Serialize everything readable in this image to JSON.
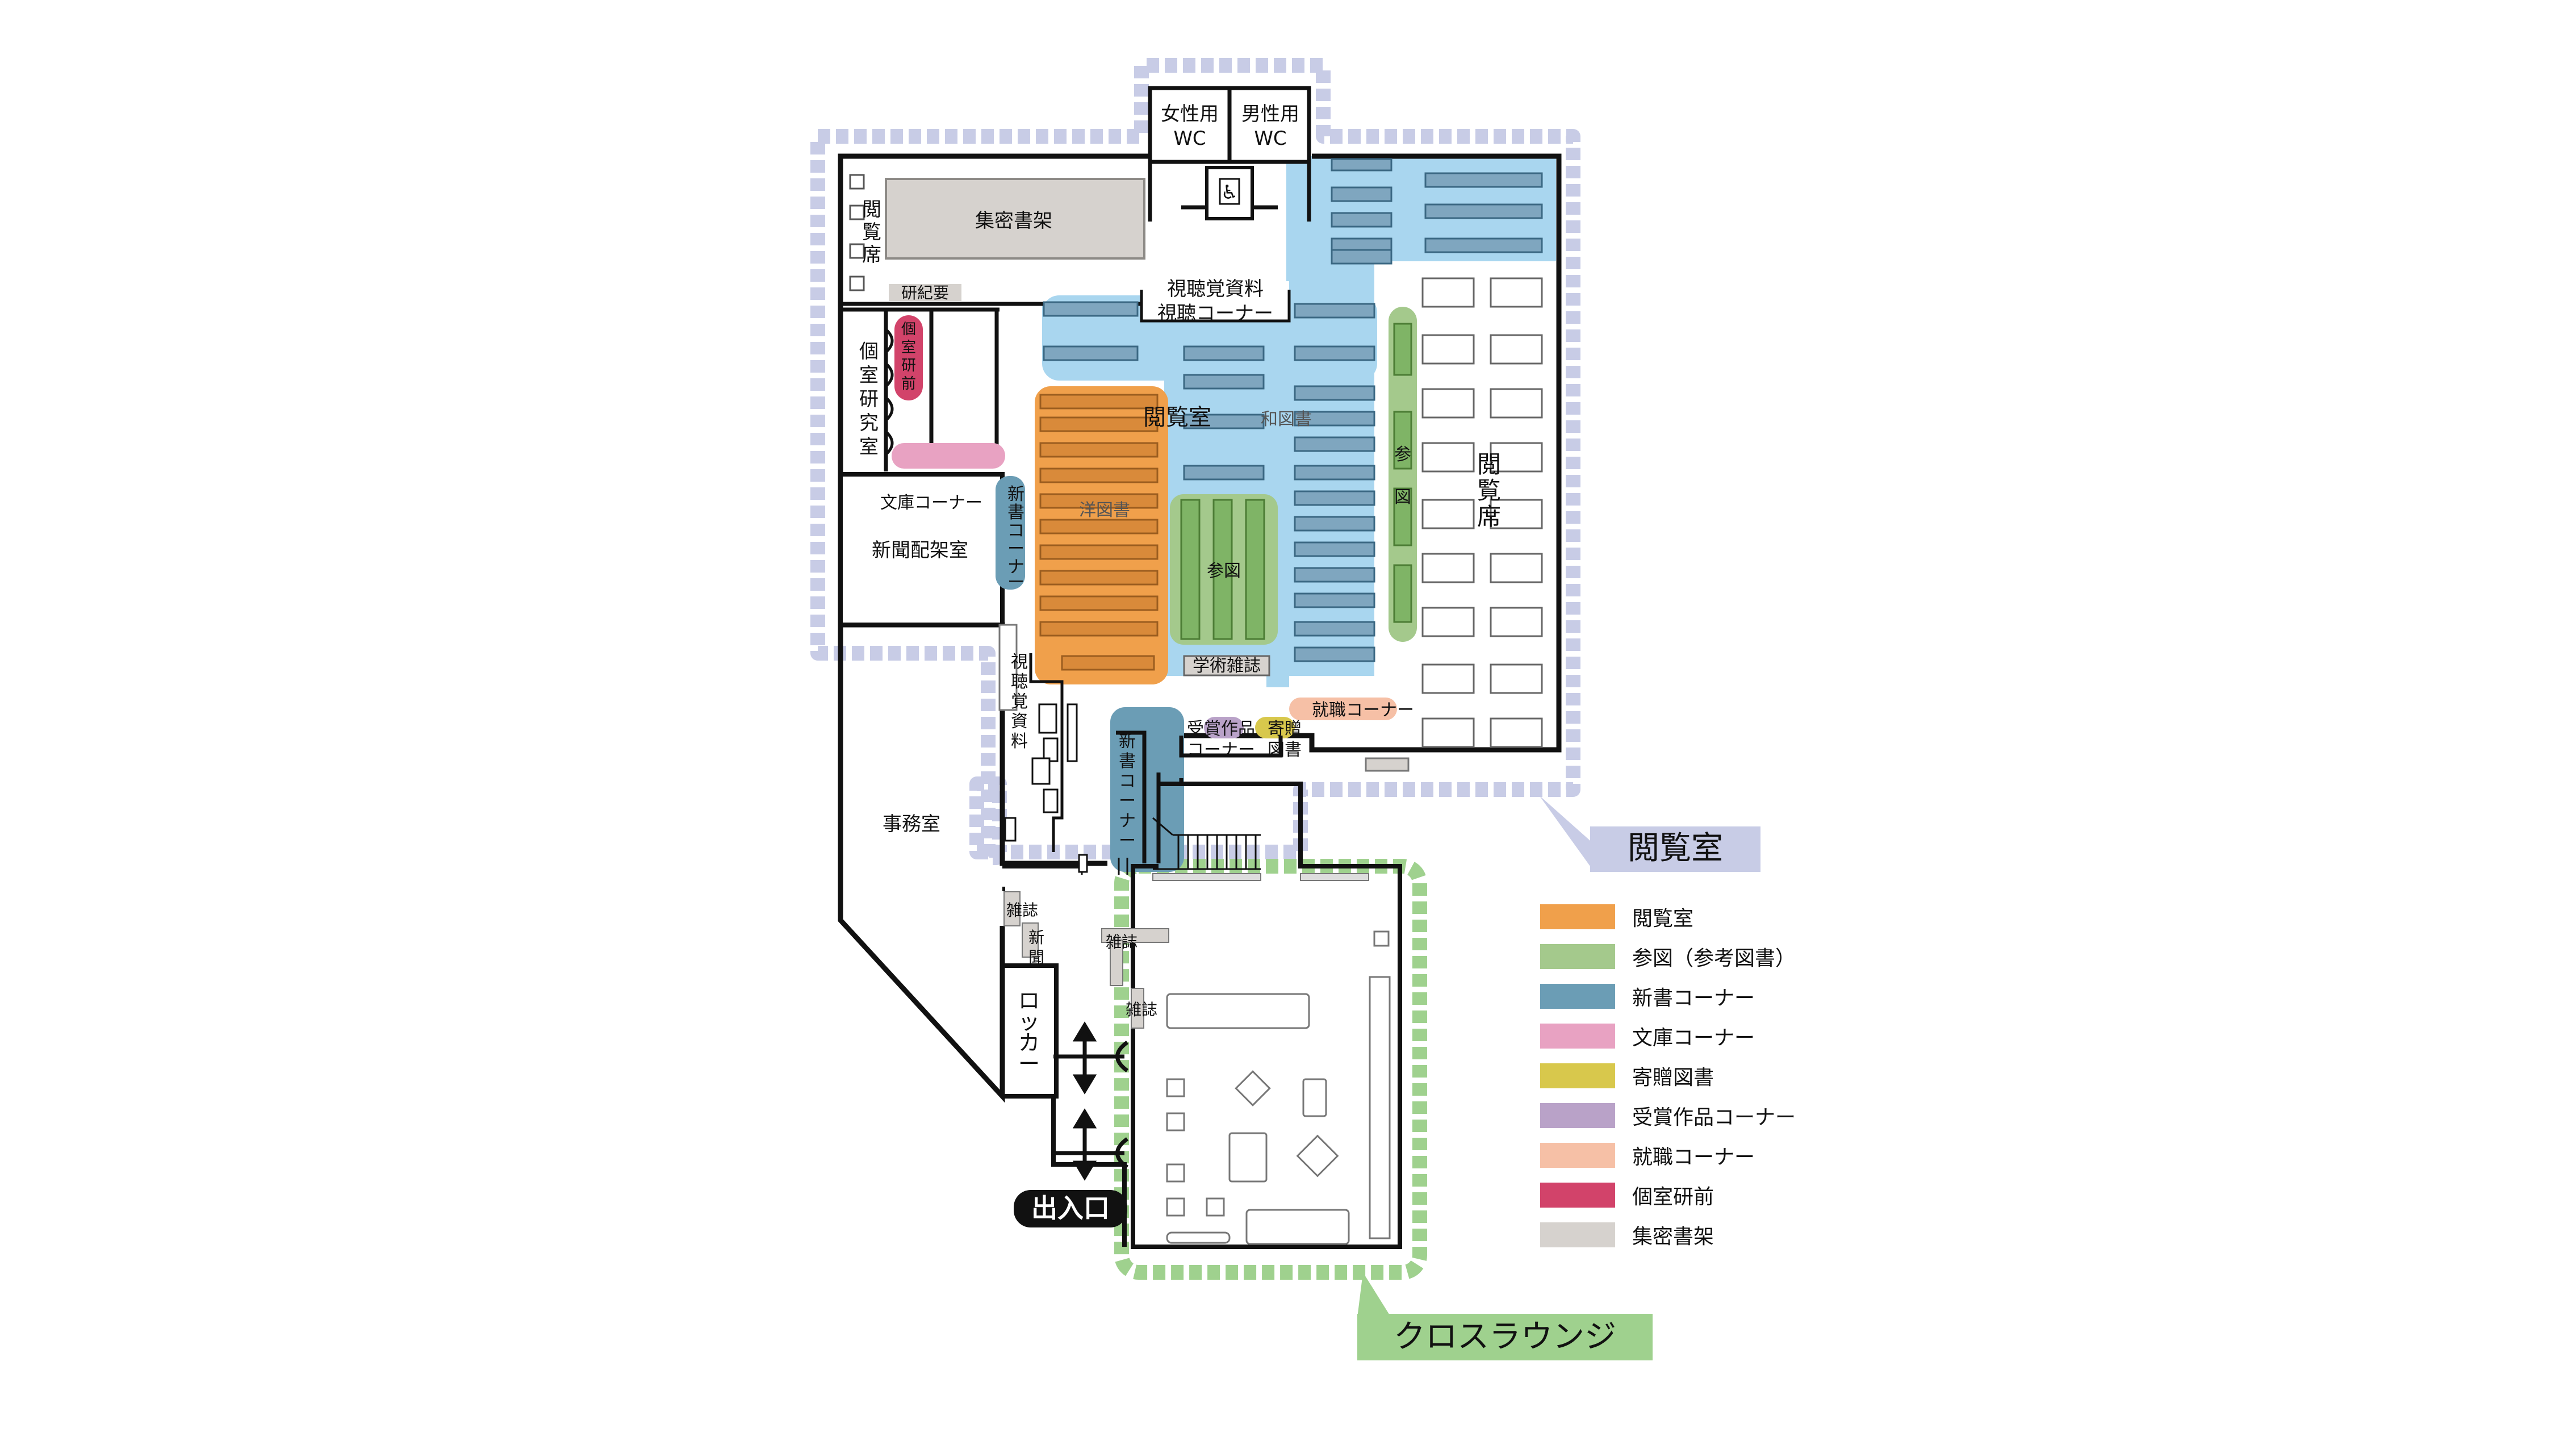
{
  "rooms": {
    "wc_women": [
      "女性用",
      "WC"
    ],
    "wc_men": [
      "男性用",
      "WC"
    ],
    "compact_stacks": "集密書架",
    "reading_seats_left": [
      "閲",
      "覧",
      "席"
    ],
    "study_room_box": "研紀要",
    "private_study_room": [
      "個",
      "室",
      "研",
      "究",
      "室"
    ],
    "private_study_front": [
      "個",
      "室",
      "研",
      "前"
    ],
    "bunko_corner": "文庫コーナー",
    "newspaper_room": "新聞配架室",
    "shinsho_corner_1": [
      "新",
      "書",
      "コ",
      "ー",
      "ナ",
      "ー"
    ],
    "av_corner": [
      "視聴覚資料",
      "視聴コーナー"
    ],
    "reading_room_label": "閲覧室",
    "japanese_books": "和図書",
    "western_books": "洋図書",
    "reference_center": "参図",
    "reference_right": [
      "参",
      "図"
    ],
    "reading_seats_right": [
      "閲",
      "覧",
      "席"
    ],
    "academic_journals": "学術雑誌",
    "av_materials": [
      "視",
      "聴",
      "覚",
      "資",
      "料"
    ],
    "award_works": [
      "受賞作品",
      "コーナー"
    ],
    "donated_books": [
      "寄贈",
      "図書"
    ],
    "career_corner": "就職コーナー",
    "shinsho_corner_2": [
      "新",
      "書",
      "コ",
      "ー",
      "ナ",
      "ー"
    ],
    "office": "事務室",
    "magazine_1": [
      "雑誌"
    ],
    "newspaper_small": [
      "新",
      "聞"
    ],
    "magazine_2": [
      "雑誌"
    ],
    "magazine_3": [
      "雑誌"
    ],
    "locker": [
      "ロ",
      "ッ",
      "カ",
      "ー"
    ],
    "entrance": "出入口"
  },
  "callouts": {
    "reading_room": "閲覧室",
    "cross_lounge": "クロスラウンジ"
  },
  "legend": [
    {
      "label": "閲覧室",
      "color": "#f0a04b"
    },
    {
      "label": "参図（参考図書）",
      "color": "#a4c98c"
    },
    {
      "label": "新書コーナー",
      "color": "#6b9db5"
    },
    {
      "label": "文庫コーナー",
      "color": "#e8a2c2"
    },
    {
      "label": "寄贈図書",
      "color": "#d8c84c"
    },
    {
      "label": "受賞作品コーナー",
      "color": "#b9a2c8"
    },
    {
      "label": "就職コーナー",
      "color": "#f6c0a6"
    },
    {
      "label": "個室研前",
      "color": "#d2436a"
    },
    {
      "label": "集密書架",
      "color": "#d6d2ce"
    }
  ],
  "colors": {
    "reading_room_border": "#c8cce6",
    "lounge_border": "#9fd18e",
    "av_area": "#a9d6ef",
    "shelf": "#7fa6bf",
    "wall": "#111111"
  }
}
